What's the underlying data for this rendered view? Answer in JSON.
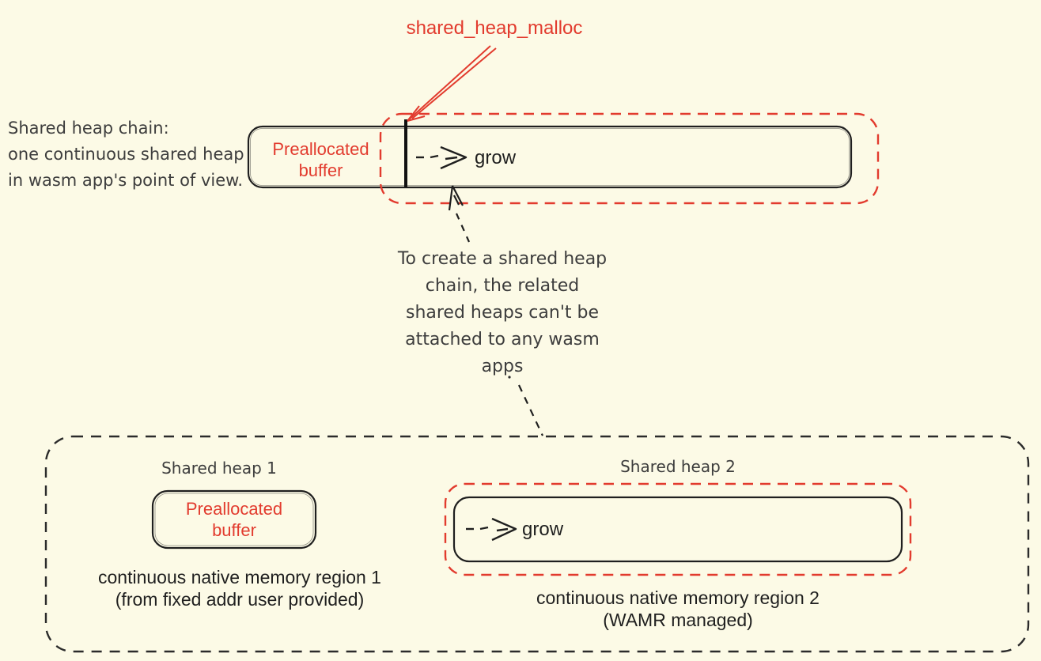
{
  "palette": {
    "bg": "#FCFAE6",
    "ink": "#1f1f1f",
    "soft": "#3d3d3d",
    "red": "#E23B2E"
  },
  "top": {
    "malloc_label": "shared_heap_malloc",
    "intro_lines": [
      "Shared heap chain:",
      "one continuous shared heap",
      "in wasm app's point of view."
    ],
    "preallocated": [
      "Preallocated",
      "buffer"
    ],
    "grow_label": "grow"
  },
  "note": {
    "lines": [
      "To create a shared heap",
      "chain, the related",
      "shared heaps can't be",
      "attached to any wasm",
      "apps"
    ]
  },
  "bottom": {
    "heap1": {
      "title": "Shared heap 1",
      "box_lines": [
        "Preallocated",
        "buffer"
      ],
      "caption_lines": [
        "continuous native memory region 1",
        "(from fixed addr user provided)"
      ]
    },
    "heap2": {
      "title": "Shared heap 2",
      "grow_label": "grow",
      "caption_lines": [
        "continuous native memory region 2",
        "(WAMR managed)"
      ]
    }
  }
}
